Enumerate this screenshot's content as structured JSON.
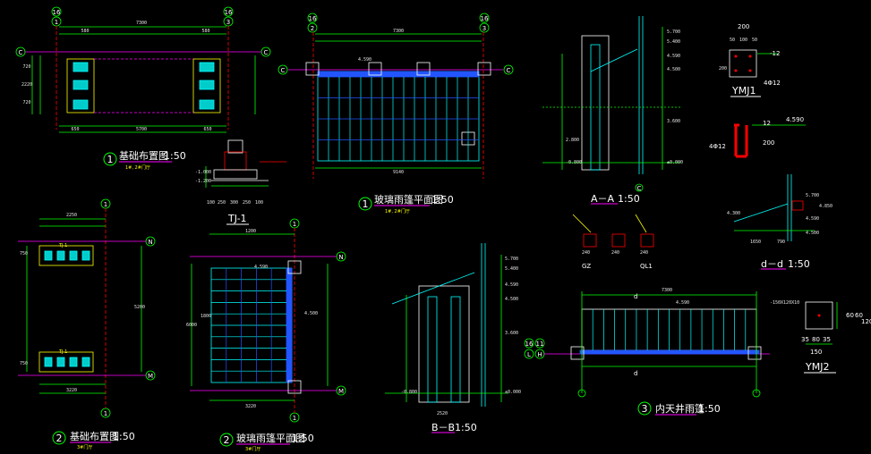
{
  "palette": {
    "background": "#000000",
    "grid": "#00ffff",
    "axis": "#00ff00",
    "title": "#ffffff",
    "note": "#ffff00",
    "red": "#ff0000",
    "magenta": "#ff00ff",
    "blue": "#2255ff"
  },
  "p1": {
    "num": "1",
    "title": "基础布置图",
    "scale": "1:50",
    "sub": "1#, 2#门厅",
    "top_axes": [
      "16",
      "3"
    ],
    "side_axis": "C",
    "dims": [
      "7300",
      "580",
      "580",
      "5700",
      "650",
      "650",
      "720",
      "2220",
      "720"
    ]
  },
  "tj1": {
    "label": "TJ-1",
    "dims": [
      "100",
      "250",
      "300",
      "250",
      "100"
    ],
    "levels": [
      "-1.000",
      "-1.200"
    ]
  },
  "p1b": {
    "num": "1",
    "title": "玻璃雨篷平面图",
    "scale": "1:50",
    "sub": "1#, 2#门厅",
    "top_axes": [
      "16",
      "2",
      "3"
    ],
    "side_axis": "C",
    "dims": [
      "7300",
      "9140",
      "4.590"
    ]
  },
  "aa": {
    "title": "A－A",
    "scale": "1:50",
    "levels": [
      "5.700",
      "5.400",
      "4.590",
      "4.500",
      "3.600",
      "2.800",
      "±0.000",
      "-0.800"
    ],
    "axis": "C"
  },
  "ymj1": {
    "title": "YMJ1",
    "dims": [
      "200",
      "50",
      "100",
      "50",
      "200"
    ],
    "note1": "-12",
    "note2": "4Φ12",
    "note3": "4.590",
    "note4": "4Φ12",
    "note5": "200",
    "note6": "12"
  },
  "gz": {
    "labels": [
      "GZ",
      "QL1"
    ],
    "dims": [
      "240",
      "240",
      "240"
    ]
  },
  "dd": {
    "title": "d－d",
    "scale": "1:50",
    "levels": [
      "5.700",
      "4.850",
      "4.590",
      "4.500",
      "4.300"
    ],
    "dims": [
      "1650",
      "790"
    ]
  },
  "p2": {
    "num": "2",
    "title": "基础布置图",
    "scale": "1:50",
    "sub": "3#门厅",
    "axes": [
      "1",
      "N",
      "M"
    ],
    "dims": [
      "2250",
      "5200",
      "3220",
      "750",
      "750"
    ],
    "labels": [
      "TJ-1",
      "TJ-1"
    ]
  },
  "p2b": {
    "num": "2",
    "title": "玻璃雨篷平面图",
    "scale": "1:50",
    "sub": "3#门厅",
    "axes": [
      "1",
      "N",
      "M"
    ],
    "dims": [
      "1200",
      "3220",
      "6000",
      "4.500",
      "4.590",
      "1800"
    ]
  },
  "bb": {
    "title": "B－B",
    "scale": "1:50",
    "levels": [
      "5.700",
      "5.400",
      "4.590",
      "4.500",
      "3.600",
      "±0.000",
      "-0.800"
    ],
    "dims": [
      "2520"
    ]
  },
  "p3": {
    "num": "3",
    "title": "内天井雨篷",
    "scale": "1:50",
    "axes": [
      "16",
      "L",
      "11"
    ],
    "dims": [
      "7300",
      "4.590"
    ],
    "label_d": "d"
  },
  "ymj2": {
    "title": "YMJ2",
    "dims": [
      "60",
      "60",
      "120",
      "35",
      "80",
      "35",
      "150"
    ],
    "note": "-150X120X10"
  }
}
